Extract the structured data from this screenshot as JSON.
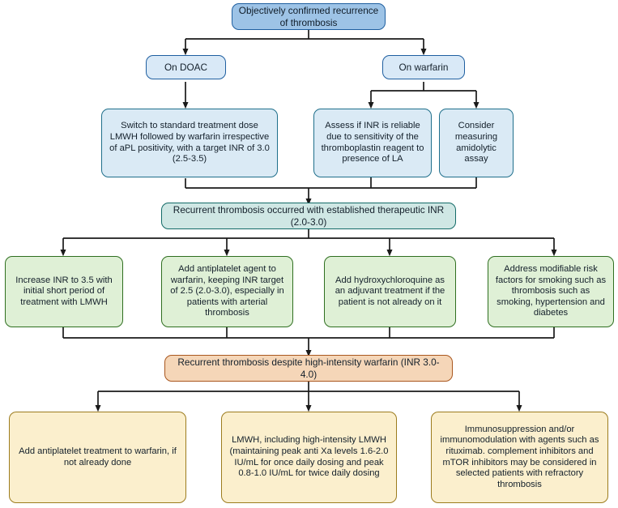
{
  "diagram": {
    "title_node": {
      "id": "objectively-confirmed",
      "text": "Objectively confirmed recurrence of thrombosis",
      "color": "#9dc3e6",
      "border": "#1f5fa0"
    },
    "level1": [
      {
        "id": "on-doac",
        "text": "On DOAC",
        "color": "#d9e9f7",
        "border": "#1f5fa0"
      },
      {
        "id": "on-warfarin",
        "text": "On warfarin",
        "color": "#d9e9f7",
        "border": "#1f5fa0"
      }
    ],
    "level2": [
      {
        "id": "switch-lmwh",
        "text": "Switch to standard treatment dose LMWH followed by warfarin irrespective of aPL positivity, with a target INR of 3.0 (2.5-3.5)",
        "color": "#daeaf5",
        "border": "#1f6f8b"
      },
      {
        "id": "assess-inr",
        "text": "Assess if INR is reliable due to sensitivity of the thromboplastin reagent to presence of LA",
        "color": "#daeaf5",
        "border": "#1f6f8b"
      },
      {
        "id": "amidolytic-assay",
        "text": "Consider measuring amidolytic assay",
        "color": "#daeaf5",
        "border": "#1f6f8b"
      }
    ],
    "level3_banner": {
      "id": "recurrent-established-inr",
      "text": "Recurrent thrombosis occurred with established therapeutic INR (2.0-3.0)",
      "color": "#cfe7e4",
      "border": "#136b68"
    },
    "level4": [
      {
        "id": "increase-inr",
        "text": "Increase INR to 3.5 with initial short period of treatment with LMWH",
        "color": "#dff0d6",
        "border": "#2f6f20"
      },
      {
        "id": "add-antiplatelet-agent",
        "text": "Add antiplatelet agent to warfarin, keeping INR target of 2.5 (2.0-3.0), especially in patients with arterial thrombosis",
        "color": "#dff0d6",
        "border": "#2f6f20"
      },
      {
        "id": "add-hydroxychloroquine",
        "text": "Add hydroxychloroquine as an adjuvant treatment if the patient is not already on it",
        "color": "#dff0d6",
        "border": "#2f6f20"
      },
      {
        "id": "address-risk-factors",
        "text": "Address modifiable risk factors for smoking such as thrombosis such as smoking, hypertension and diabetes",
        "color": "#dff0d6",
        "border": "#2f6f20"
      }
    ],
    "level5_banner": {
      "id": "recurrent-despite-high-intensity",
      "text": "Recurrent thrombosis despite high-intensity warfarin (INR 3.0-4.0)",
      "color": "#f5d6b8",
      "border": "#a9571f"
    },
    "level6": [
      {
        "id": "add-antiplatelet-treatment",
        "text": "Add antiplatelet treatment to warfarin, if not already done",
        "color": "#fbefcd",
        "border": "#9c7c1e"
      },
      {
        "id": "lmwh-high-intensity",
        "text": "LMWH, including high-intensity LMWH (maintaining peak anti Xa levels 1.6-2.0 IU/mL for once daily dosing and peak 0.8-1.0 IU/mL for twice daily dosing",
        "color": "#fbefcd",
        "border": "#9c7c1e"
      },
      {
        "id": "immunosuppression",
        "text": "Immunosuppression and/or immunomodulation with agents such as rituximab. complement inhibitors and mTOR inhibitors may be considered in selected patients with refractory thrombosis",
        "color": "#fbefcd",
        "border": "#9c7c1e"
      }
    ],
    "connector_color": "#1a1a1a"
  }
}
